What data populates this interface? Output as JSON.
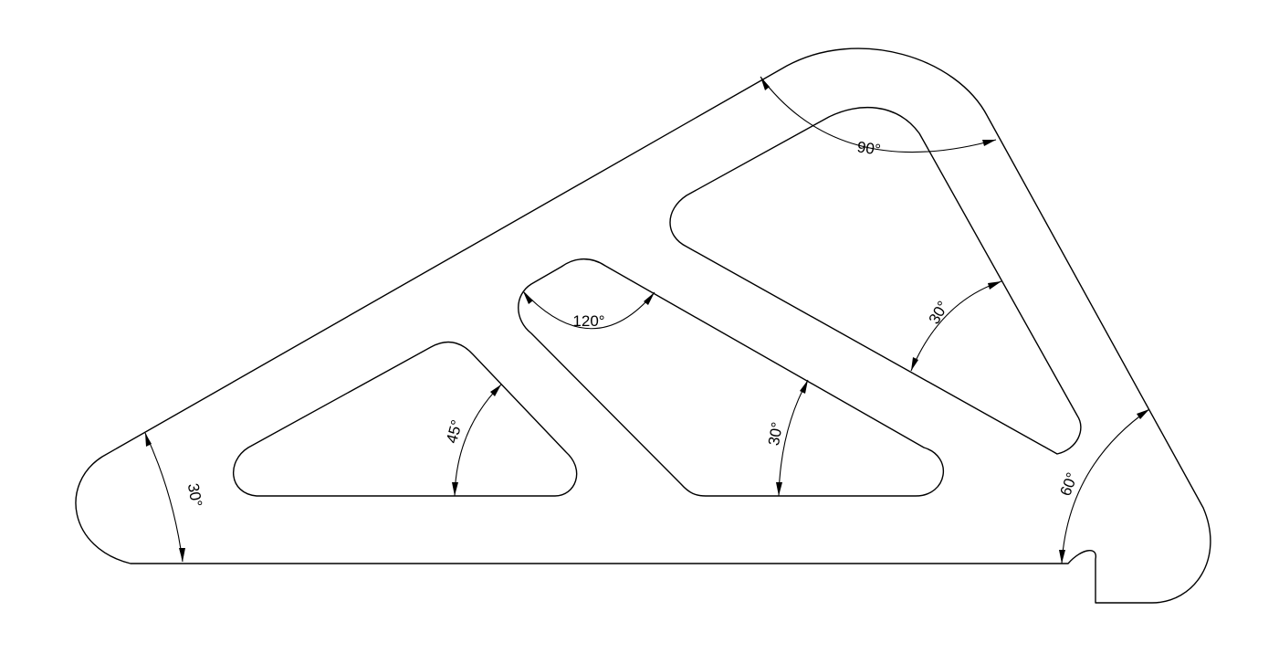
{
  "drawing": {
    "stroke_color": "#000000",
    "background_color": "#ffffff",
    "angle_labels": {
      "bottom_left_corner": "30°",
      "small_triangle": "45°",
      "apex_between_slots": "120°",
      "middle_slot": "30°",
      "upper_slot": "30°",
      "top_corner": "90°",
      "right_corner": "60°"
    }
  }
}
